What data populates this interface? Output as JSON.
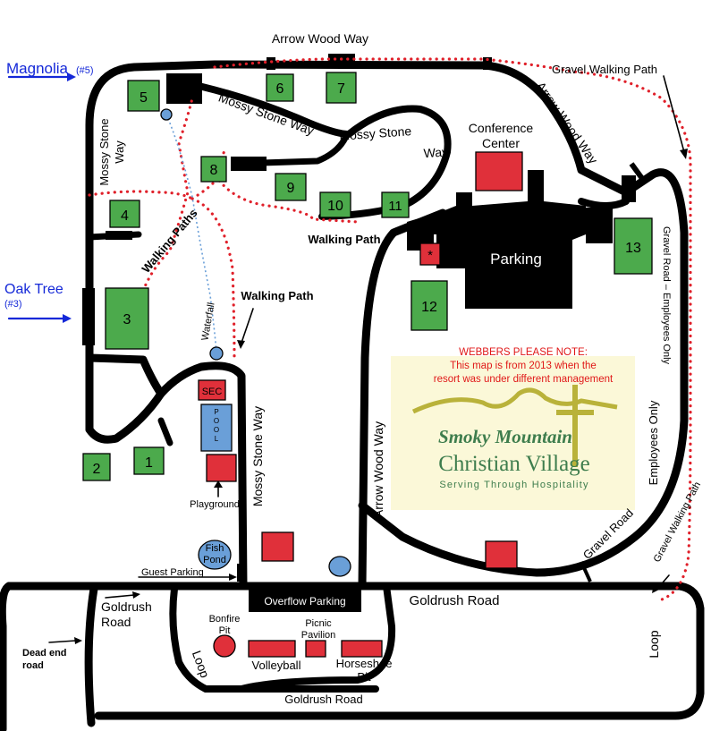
{
  "roads": {
    "arrow_wood_way_top": "Arrow Wood Way",
    "arrow_wood_way_diag": "Arrow Wood Way",
    "arrow_wood_way_vert": "Arrow Wood Way",
    "mossy_stone_way_left": "Mossy Stone Way",
    "mossy_stone_way_top": "Mossy Stone Way",
    "mossy_stone_way_mid": "Mossy Stone Way",
    "mossy_stone_way_down": "Mossy Stone Way",
    "gravel_walking_path_top": "Gravel Walking Path",
    "gravel_road_employees": "Gravel Road – Employees Only",
    "employees_only": "Employees Only",
    "gravel_walking_path_right": "Gravel Walking Path",
    "gravel_road": "Gravel Road",
    "goldrush_road_top": "Goldrush Road",
    "goldrush_road_left": "Goldrush Road",
    "goldrush_road_bottom": "Goldrush Road",
    "loop_left": "Loop",
    "loop_right": "Loop",
    "dead_end_road": "Dead end road"
  },
  "streets": {
    "magnolia_name": "Magnolia",
    "magnolia_num": "(#5)",
    "oak_tree_name": "Oak Tree",
    "oak_tree_num": "(#3)"
  },
  "paths": {
    "walking_paths": "Walking Paths",
    "walking_path_center": "Walking Path",
    "walking_path_small": "Walking Path",
    "waterfall": "Waterfall"
  },
  "cabins": [
    "1",
    "2",
    "3",
    "4",
    "5",
    "6",
    "7",
    "8",
    "9",
    "10",
    "11",
    "12",
    "13"
  ],
  "places": {
    "conference_center": "Conference Center",
    "parking": "Parking",
    "parking_star": "*",
    "sec": "SEC",
    "pool": "POOL",
    "playground": "Playground",
    "fish_pond": "Fish Pond",
    "guest_parking": "Guest Parking",
    "overflow_parking": "Overflow Parking",
    "bonfire_pit": "Bonfire Pit",
    "picnic_pavilion": "Picnic Pavilion",
    "volleyball": "Volleyball",
    "horseshoe_pit": "Horseshoe Pit"
  },
  "notice": {
    "line1": "WEBBERS PLEASE NOTE:",
    "line2": "This map is from 2013 when the",
    "line3": "resort was under different management",
    "color": "#e01818"
  },
  "logo": {
    "line1": "Smoky Mountain",
    "line2": "Christian Village",
    "tagline": "Serving Through Hospitality"
  },
  "colors": {
    "cabin_green": "#4caa4c",
    "building_red": "#e0303a",
    "water_blue": "#6a9fd8",
    "trail_red": "#e0202a",
    "street_blue": "#1428d8",
    "logo_box": "#fbf8d8"
  }
}
